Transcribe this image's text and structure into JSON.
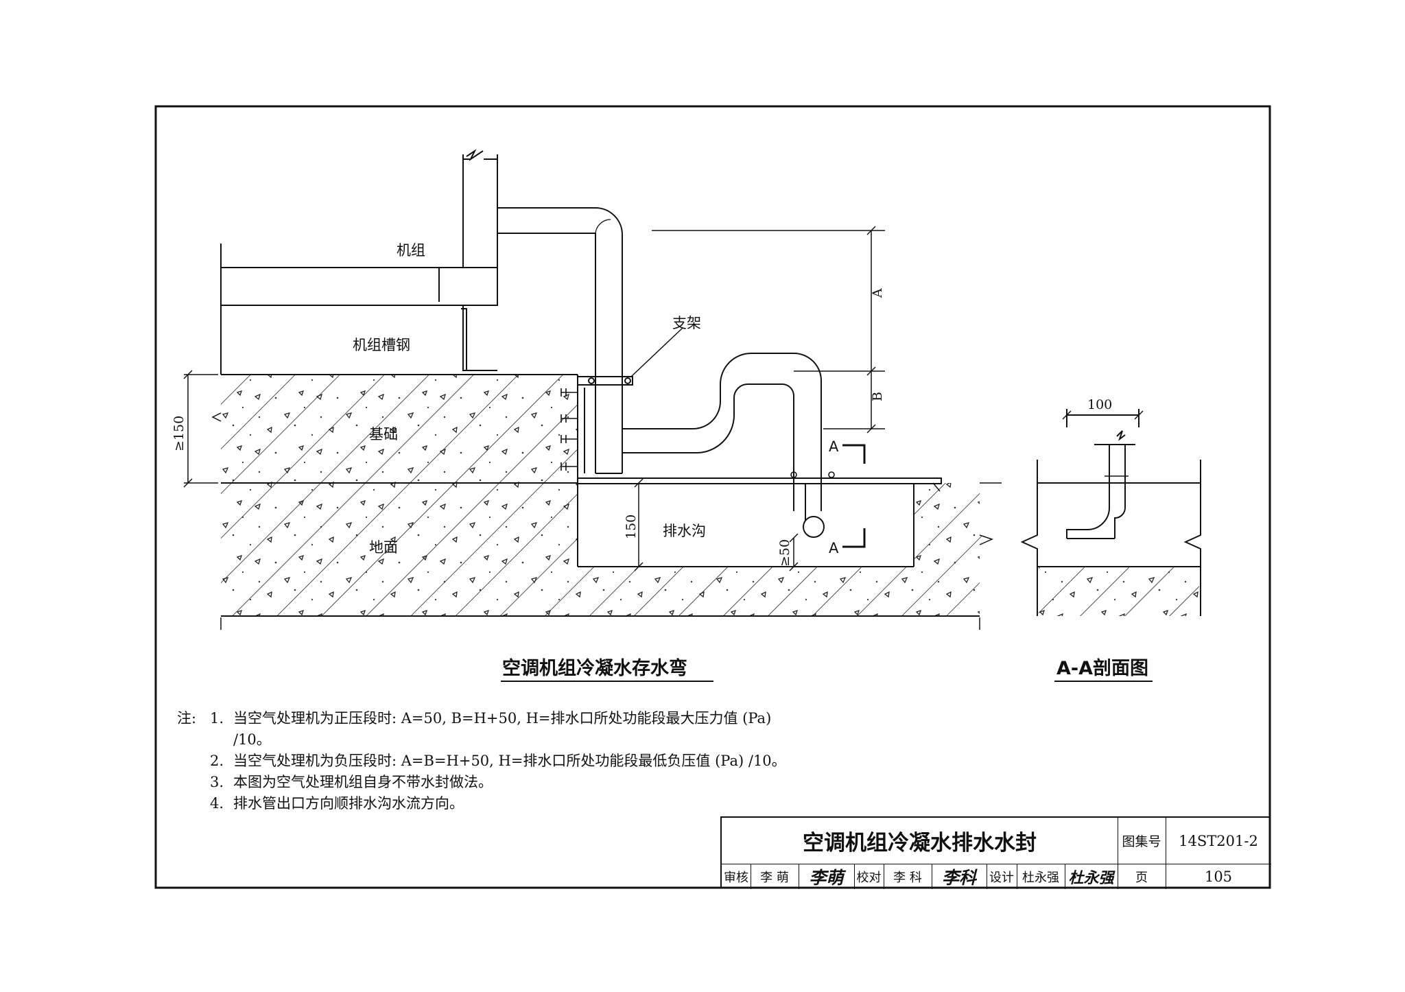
{
  "labels": {
    "unit": "机组",
    "unit_channel_steel": "机组槽钢",
    "bracket": "支架",
    "foundation": "基础",
    "ground": "地面",
    "drain_trench": "排水沟",
    "section_mark": "A"
  },
  "dimensions": {
    "dim_a": "A",
    "dim_b": "B",
    "foundation_height": "≥150",
    "trench_depth": "150",
    "pipe_clearance": "≥50",
    "section_width": "100"
  },
  "captions": {
    "main": "空调机组冷凝水存水弯",
    "section": "A-A剖面图"
  },
  "notes": {
    "prefix": "注:",
    "items": [
      {
        "num": "1.",
        "text": "当空气处理机为正压段时: A=50, B=H+50, H=排水口所处功能段最大压力值 (Pa) /10。"
      },
      {
        "num": "2.",
        "text": "当空气处理机为负压段时: A=B=H+50, H=排水口所处功能段最低负压值 (Pa) /10。"
      },
      {
        "num": "3.",
        "text": "本图为空气处理机组自身不带水封做法。"
      },
      {
        "num": "4.",
        "text": "排水管出口方向顺排水沟水流方向。"
      }
    ]
  },
  "title_block": {
    "title": "空调机组冷凝水排水水封",
    "atlas_label": "图集号",
    "atlas_no": "14ST201-2",
    "review_label": "审核",
    "reviewer": "李 萌",
    "reviewer_sig": "李萌",
    "check_label": "校对",
    "checker": "李 科",
    "checker_sig": "李科",
    "design_label": "设计",
    "designer": "杜永强",
    "designer_sig": "杜永强",
    "page_label": "页",
    "page_no": "105"
  }
}
